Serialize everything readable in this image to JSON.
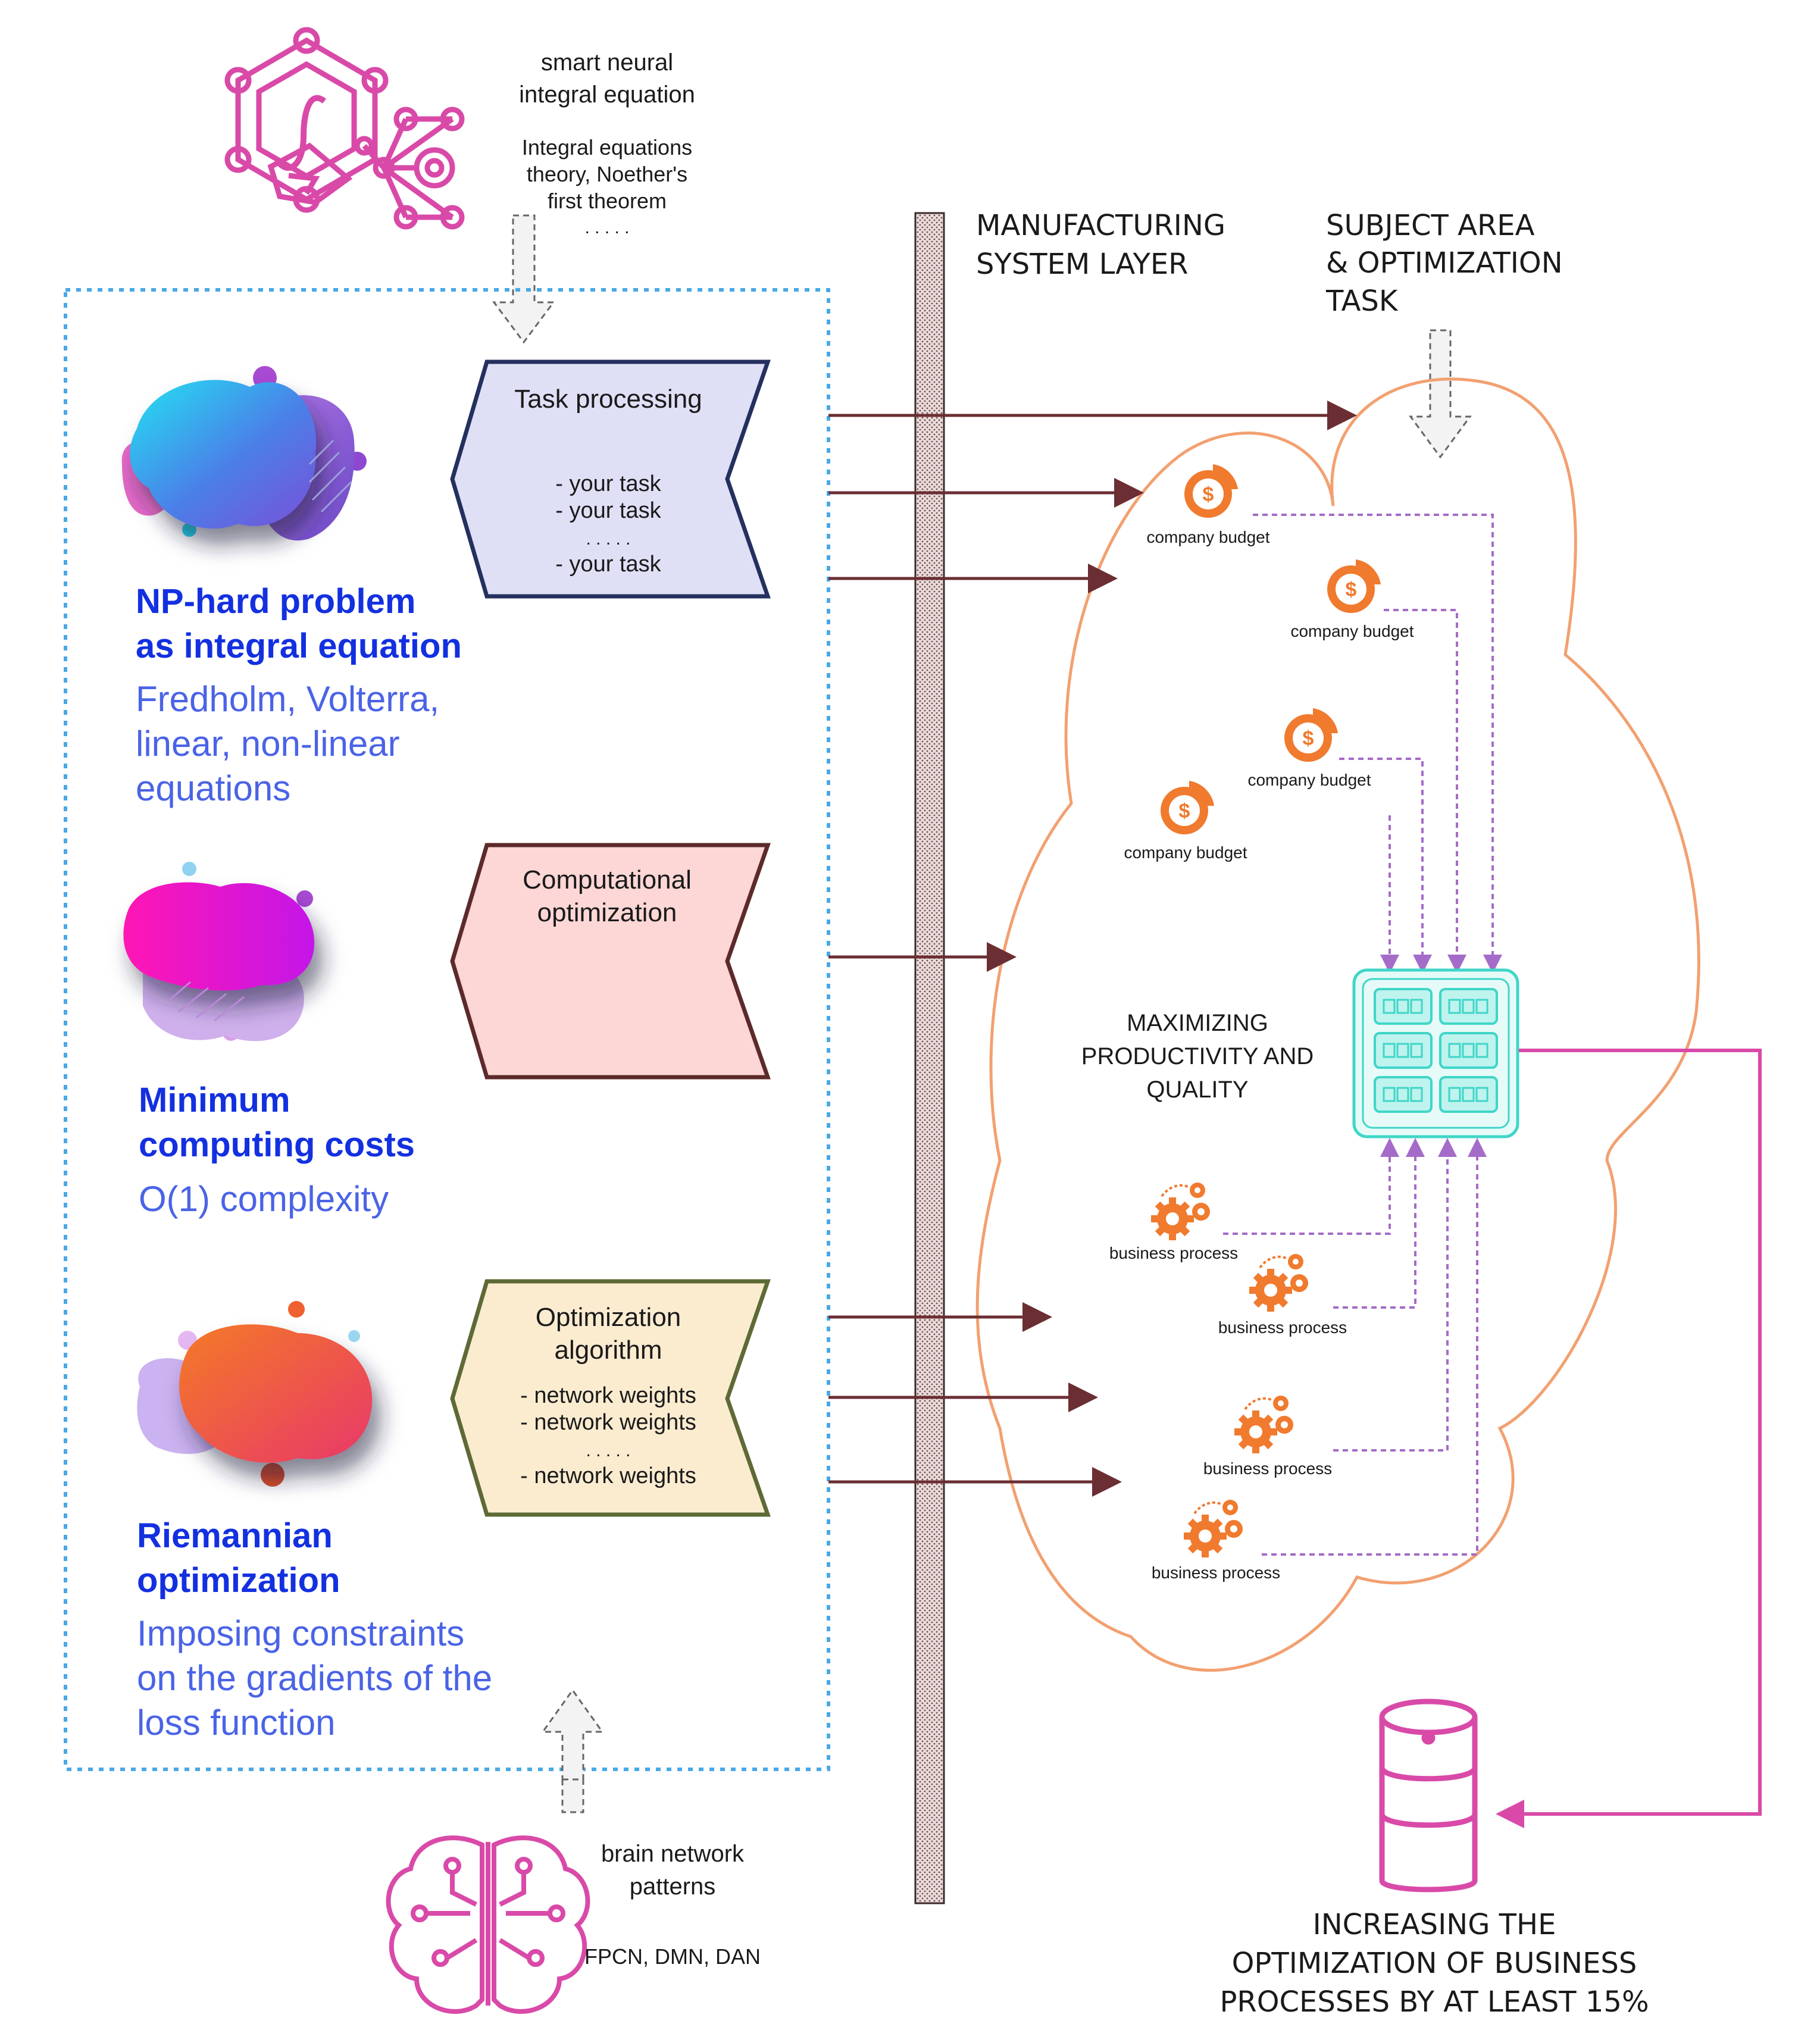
{
  "top_note": {
    "line1": "smart neural",
    "line2": "integral equation",
    "line3": "Integral equations",
    "line4": "theory, Noether's",
    "line5": "first theorem",
    "dots": ". . . . ."
  },
  "left_sections": [
    {
      "title_line1": "NP-hard problem",
      "title_line2": "as integral equation",
      "sub_line1": "Fredholm, Volterra,",
      "sub_line2": "linear, non-linear",
      "sub_line3": "equations"
    },
    {
      "title_line1": "Minimum",
      "title_line2": "computing costs",
      "sub_line1": "O(1) complexity"
    },
    {
      "title_line1": "Riemannian",
      "title_line2": "optimization",
      "sub_line1": "Imposing constraints",
      "sub_line2": "on the gradients of the",
      "sub_line3": "loss function"
    }
  ],
  "chevrons": [
    {
      "title": "Task processing",
      "items": [
        "- your task",
        "- your task",
        ". . . . .",
        "- your task"
      ],
      "fill": "#dfe0f6",
      "stroke": "#24305e"
    },
    {
      "title_line1": "Computational",
      "title_line2": "optimization",
      "fill": "#fdd6d6",
      "stroke": "#5c2a2a"
    },
    {
      "title_line1": "Optimization",
      "title_line2": "algorithm",
      "items": [
        "- network weights",
        "- network weights",
        ". . . . .",
        "- network weights"
      ],
      "fill": "#fbecd0",
      "stroke": "#5d6a36"
    }
  ],
  "bottom_note": {
    "line1": "brain network",
    "line2": "patterns",
    "line3": "FPCN, DMN, DAN"
  },
  "manufacturing_label": {
    "line1": "MANUFACTURING",
    "line2": "SYSTEM LAYER"
  },
  "subject_label": {
    "line1": "SUBJECT AREA",
    "line2": "& OPTIMIZATION",
    "line3": "TASK"
  },
  "budget_label": "company budget",
  "process_label": "business process",
  "center_label": {
    "line1": "MAXIMIZING",
    "line2": "PRODUCTIVITY AND",
    "line3": "QUALITY"
  },
  "result_label": {
    "line1": "INCREASING THE",
    "line2": "OPTIMIZATION OF BUSINESS",
    "line3": "PROCESSES BY AT LEAST 15%"
  },
  "colors": {
    "title_blue": "#1330e0",
    "subtitle_blue": "#4a63e6",
    "magenta": "#d94aa8",
    "orange": "#f07a2e",
    "cloud_stroke": "#f2a070",
    "arrow_brown": "#6b2e33",
    "dashed_purple": "#a46cc8",
    "server_teal": "#3fd6c8",
    "dotted_blue": "#4aa8e6"
  },
  "icons": [
    "integral-network-icon",
    "budget-pie-icon",
    "gears-icon",
    "server-rack-icon",
    "database-icon",
    "brain-circuit-icon"
  ]
}
